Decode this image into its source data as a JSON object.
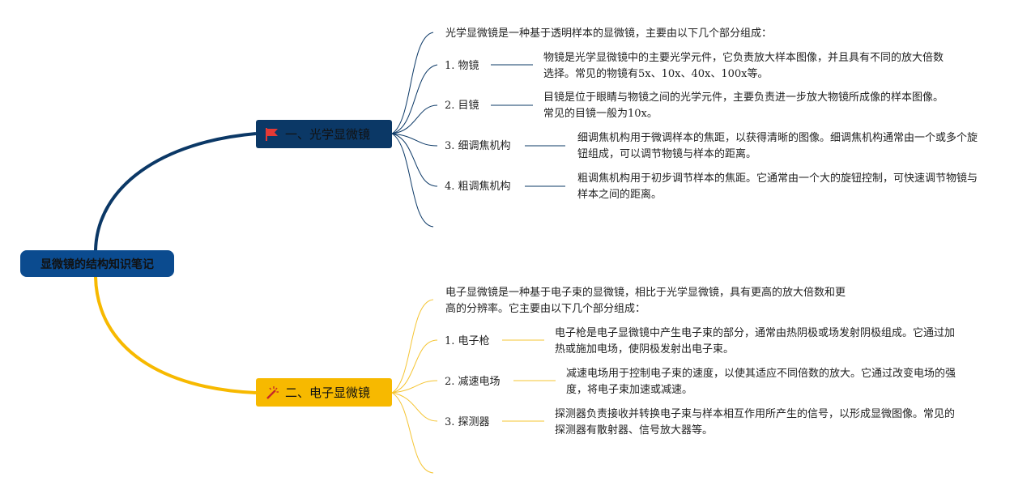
{
  "root": {
    "label": "显微镜的结构知识笔记"
  },
  "colors": {
    "root": "#0b4b8f",
    "branch1": "#0b3866",
    "branch2": "#f7b900",
    "branch2_lines": "#f5c431",
    "branch1_lines": "#0b3866"
  },
  "branches": [
    {
      "label": "一、光学显微镜",
      "icon": "red-flag-icon",
      "intro": "光学显微镜是一种基于透明样本的显微镜，主要由以下几个部分组成：",
      "items": [
        {
          "label": "1. 物镜",
          "desc": "物镜是光学显微镜中的主要光学元件，它负责放大样本图像，并且具有不同的放大倍数选择。常见的物镜有5x、10x、40x、100x等。"
        },
        {
          "label": "2. 目镜",
          "desc": "目镜是位于眼睛与物镜之间的光学元件，主要负责进一步放大物镜所成像的样本图像。常见的目镜一般为10x。"
        },
        {
          "label": "3. 细调焦机构",
          "desc": "细调焦机构用于微调样本的焦距，以获得清晰的图像。细调焦机构通常由一个或多个旋钮组成，可以调节物镜与样本的距离。"
        },
        {
          "label": "4. 粗调焦机构",
          "desc": "粗调焦机构用于初步调节样本的焦距。它通常由一个大的旋钮控制，可快速调节物镜与样本之间的距离。"
        }
      ]
    },
    {
      "label": "二、电子显微镜",
      "icon": "wand-icon",
      "intro": "电子显微镜是一种基于电子束的显微镜，相比于光学显微镜，具有更高的放大倍数和更高的分辨率。它主要由以下几个部分组成：",
      "items": [
        {
          "label": "1. 电子枪",
          "desc": "电子枪是电子显微镜中产生电子束的部分，通常由热阴极或场发射阴极组成。它通过加热或施加电场，使阴极发射出电子束。"
        },
        {
          "label": "2. 减速电场",
          "desc": "减速电场用于控制电子束的速度，以使其适应不同倍数的放大。它通过改变电场的强度，将电子束加速或减速。"
        },
        {
          "label": "3. 探测器",
          "desc": "探测器负责接收并转换电子束与样本相互作用所产生的信号，以形成显微图像。常见的探测器有散射器、信号放大器等。"
        }
      ]
    }
  ]
}
